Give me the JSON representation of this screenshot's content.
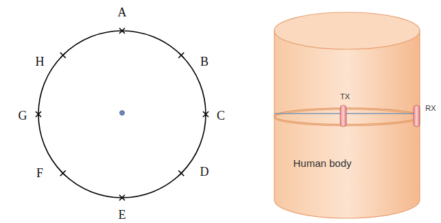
{
  "diagram": {
    "labels": [
      "A",
      "B",
      "C",
      "D",
      "E",
      "F",
      "G",
      "H",
      "TX",
      "RX",
      "Human body"
    ]
  }
}
